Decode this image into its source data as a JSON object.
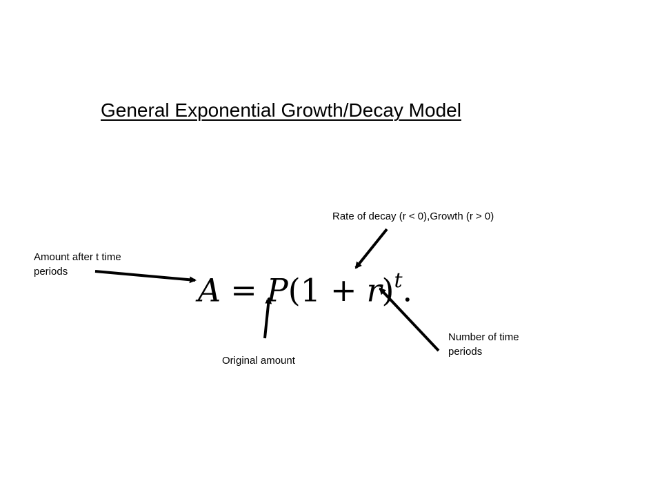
{
  "title": "General Exponential Growth/Decay Model",
  "formula": {
    "A": "A",
    "eq": "=",
    "P": "P",
    "open": "(1",
    "plus": "+",
    "r": "r",
    "close": ")",
    "t": "t",
    "dot": "."
  },
  "labels": {
    "amount": "Amount after t time periods",
    "rate": "Rate of decay (r < 0),Growth (r > 0)",
    "number": "Number of time periods",
    "original": "Original amount"
  },
  "colors": {
    "ink": "#000000",
    "background": "#ffffff"
  }
}
